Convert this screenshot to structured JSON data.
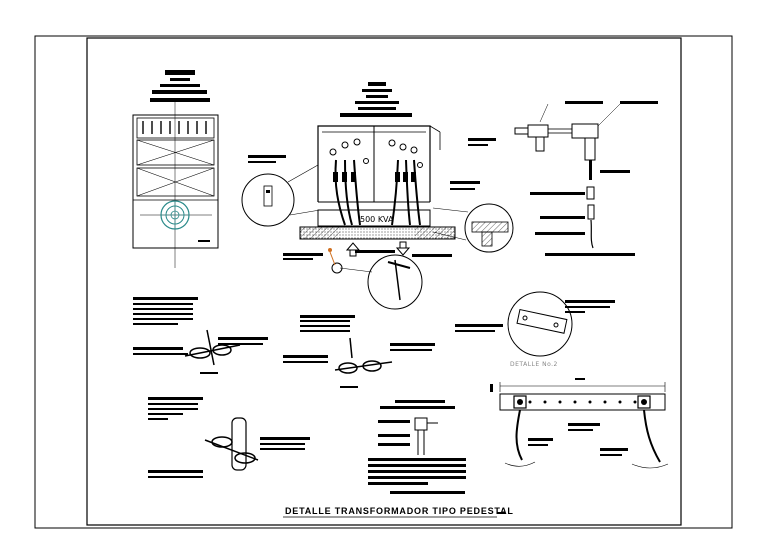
{
  "drawing": {
    "title": "DETALLE TRANSFORMADOR TIPO PEDESTAL",
    "kva_label": "500 KVA",
    "detail_caption": "DETALLE No.2"
  },
  "colors": {
    "line": "#000000",
    "frame": "#000000",
    "seal": "#2a8a8a",
    "ground_fill": "#d9d9d9",
    "hatch": "#000000",
    "accent": "#d07020"
  },
  "icons": [
    "arrow-up-icon",
    "arrow-down-icon",
    "seal-icon",
    "ground-lug-icon"
  ]
}
